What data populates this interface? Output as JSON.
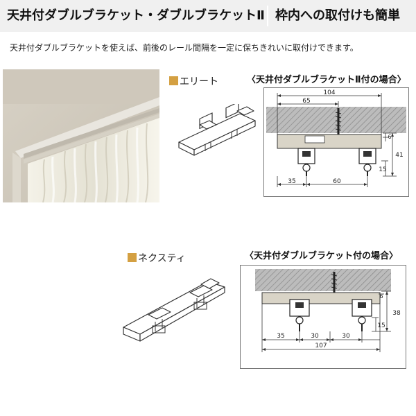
{
  "header": {
    "title": "天井付ダブルブラケット・ダブルブラケットⅡ",
    "subtitle": "枠内への取付けも簡単"
  },
  "description": "天井付ダブルブラケットを使えば、前後のレール間隔を一定に保ちきれいに取付けできます。",
  "elite": {
    "label": "エリート",
    "diagram_title": "〈天井付ダブルブラケットⅡ付の場合〉",
    "dims": {
      "total_width": "104",
      "inner_width": "65",
      "left_offset": "35",
      "rail_spacing": "60",
      "height_total": "41",
      "height_lower": "15",
      "small": "6"
    }
  },
  "nexty": {
    "label": "ネクスティ",
    "diagram_title": "〈天井付ダブルブラケット付の場合〉",
    "dims": {
      "left_offset": "35",
      "mid1": "30",
      "mid2": "30",
      "total_width": "107",
      "height_total": "38",
      "height_lower": "15",
      "small": "6"
    }
  },
  "colors": {
    "header_bg": "#f0f0f0",
    "accent": "#d4a042",
    "ceiling": "#b8b8b8"
  }
}
